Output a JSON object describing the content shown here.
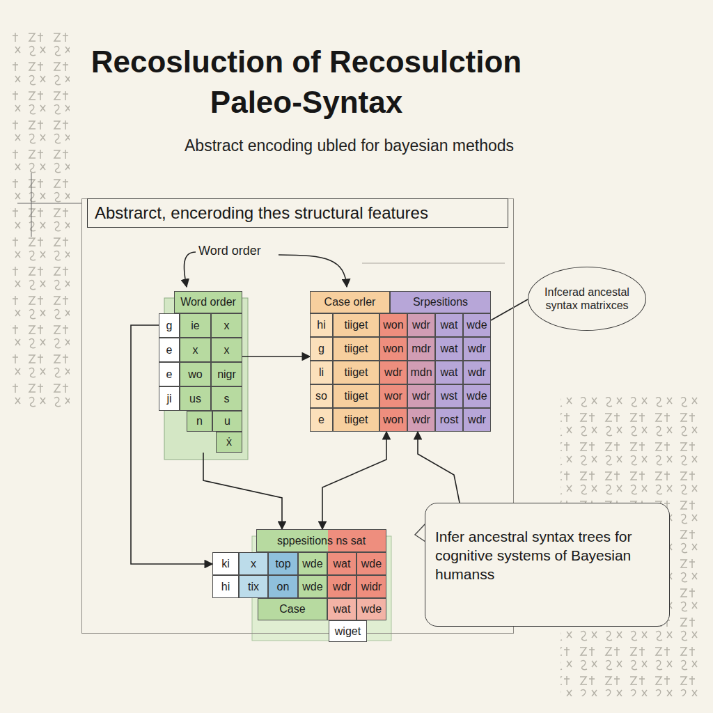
{
  "diagram": {
    "title": "Recosluction of Recosulction Paleo-Syntax",
    "nodes": [
      {
        "text": [
          "Abstrarct, enceroding thes structural features"
        ]
      },
      {
        "text": [
          "Word order",
          "g",
          "ie",
          "x",
          "e",
          "x",
          "x",
          "e",
          "wo",
          "nigr",
          "ji",
          "us",
          "s",
          "n",
          "u",
          "ẋ"
        ],
        "in": 0
      },
      {
        "text": [
          "Case orler",
          "Srpesitions",
          "hi",
          "tiiget",
          "won",
          "wdr",
          "wat",
          "wde",
          "g",
          "tiiget",
          "won",
          "mdr",
          "wat",
          "wdr",
          "li",
          "tiiget",
          "wdr",
          "mdn",
          "wat",
          "wdr",
          "so",
          "tiiget",
          "wor",
          "wdr",
          "wst",
          "wde",
          "e",
          "tiiget",
          "won",
          "wdr",
          "rost",
          "wdr"
        ],
        "in": 0
      },
      {
        "text": [
          "Infcerad ancestal syntax matrixces"
        ]
      },
      {
        "text": [
          "sppesitions ns sat",
          "ki",
          "x",
          "top",
          "wde",
          "wat",
          "wde",
          "hi",
          "tix",
          "on",
          "wde",
          "wdr",
          "widr",
          "Case",
          "wat",
          "wde",
          "wiget"
        ],
        "in": 0
      },
      {
        "text": [
          "Infer ancestral syntax trees for cognitive systems of Bayesian humanss"
        ]
      }
    ],
    "edges": [
      {
        "from": 1,
        "to": 2,
        "arrow": "to"
      },
      {
        "from": 1,
        "to": 4,
        "arrow": "to"
      },
      {
        "from": 1,
        "to": 4,
        "arrow": "to"
      },
      {
        "from": 4,
        "to": 2,
        "arrow": "both"
      },
      {
        "from": 3,
        "to": 2,
        "arrow": "none"
      },
      {
        "from": 5,
        "to": 2,
        "arrow": "to"
      }
    ],
    "labels": [
      "Abstract encoding ubled for bayesian methods",
      "Word order"
    ]
  }
}
